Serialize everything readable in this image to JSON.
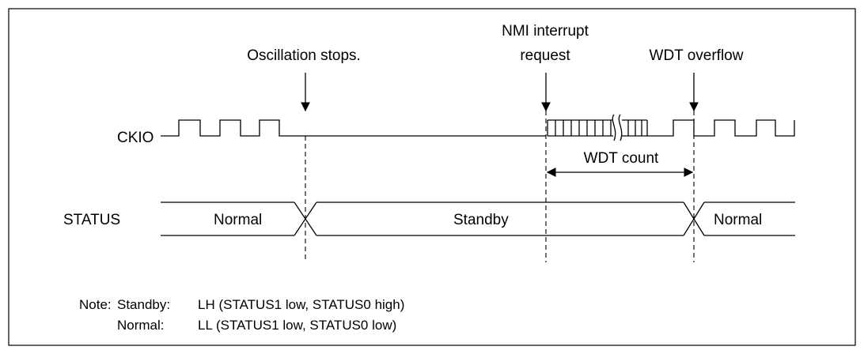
{
  "annotations": {
    "oscillation_stops": "Oscillation stops.",
    "nmi_line1": "NMI interrupt",
    "nmi_line2": "request",
    "wdt_overflow": "WDT overflow"
  },
  "signals": {
    "ckio": "CKIO",
    "status": "STATUS"
  },
  "wdt_count": "WDT count",
  "status_phases": {
    "normal_before": "Normal",
    "standby": "Standby",
    "normal_after": "Normal"
  },
  "note": {
    "prefix": "Note:",
    "standby_key": "Standby:",
    "standby_value": "LH (STATUS1 low, STATUS0 high)",
    "normal_key": "Normal:",
    "normal_value": "LL (STATUS1 low, STATUS0 low)"
  }
}
